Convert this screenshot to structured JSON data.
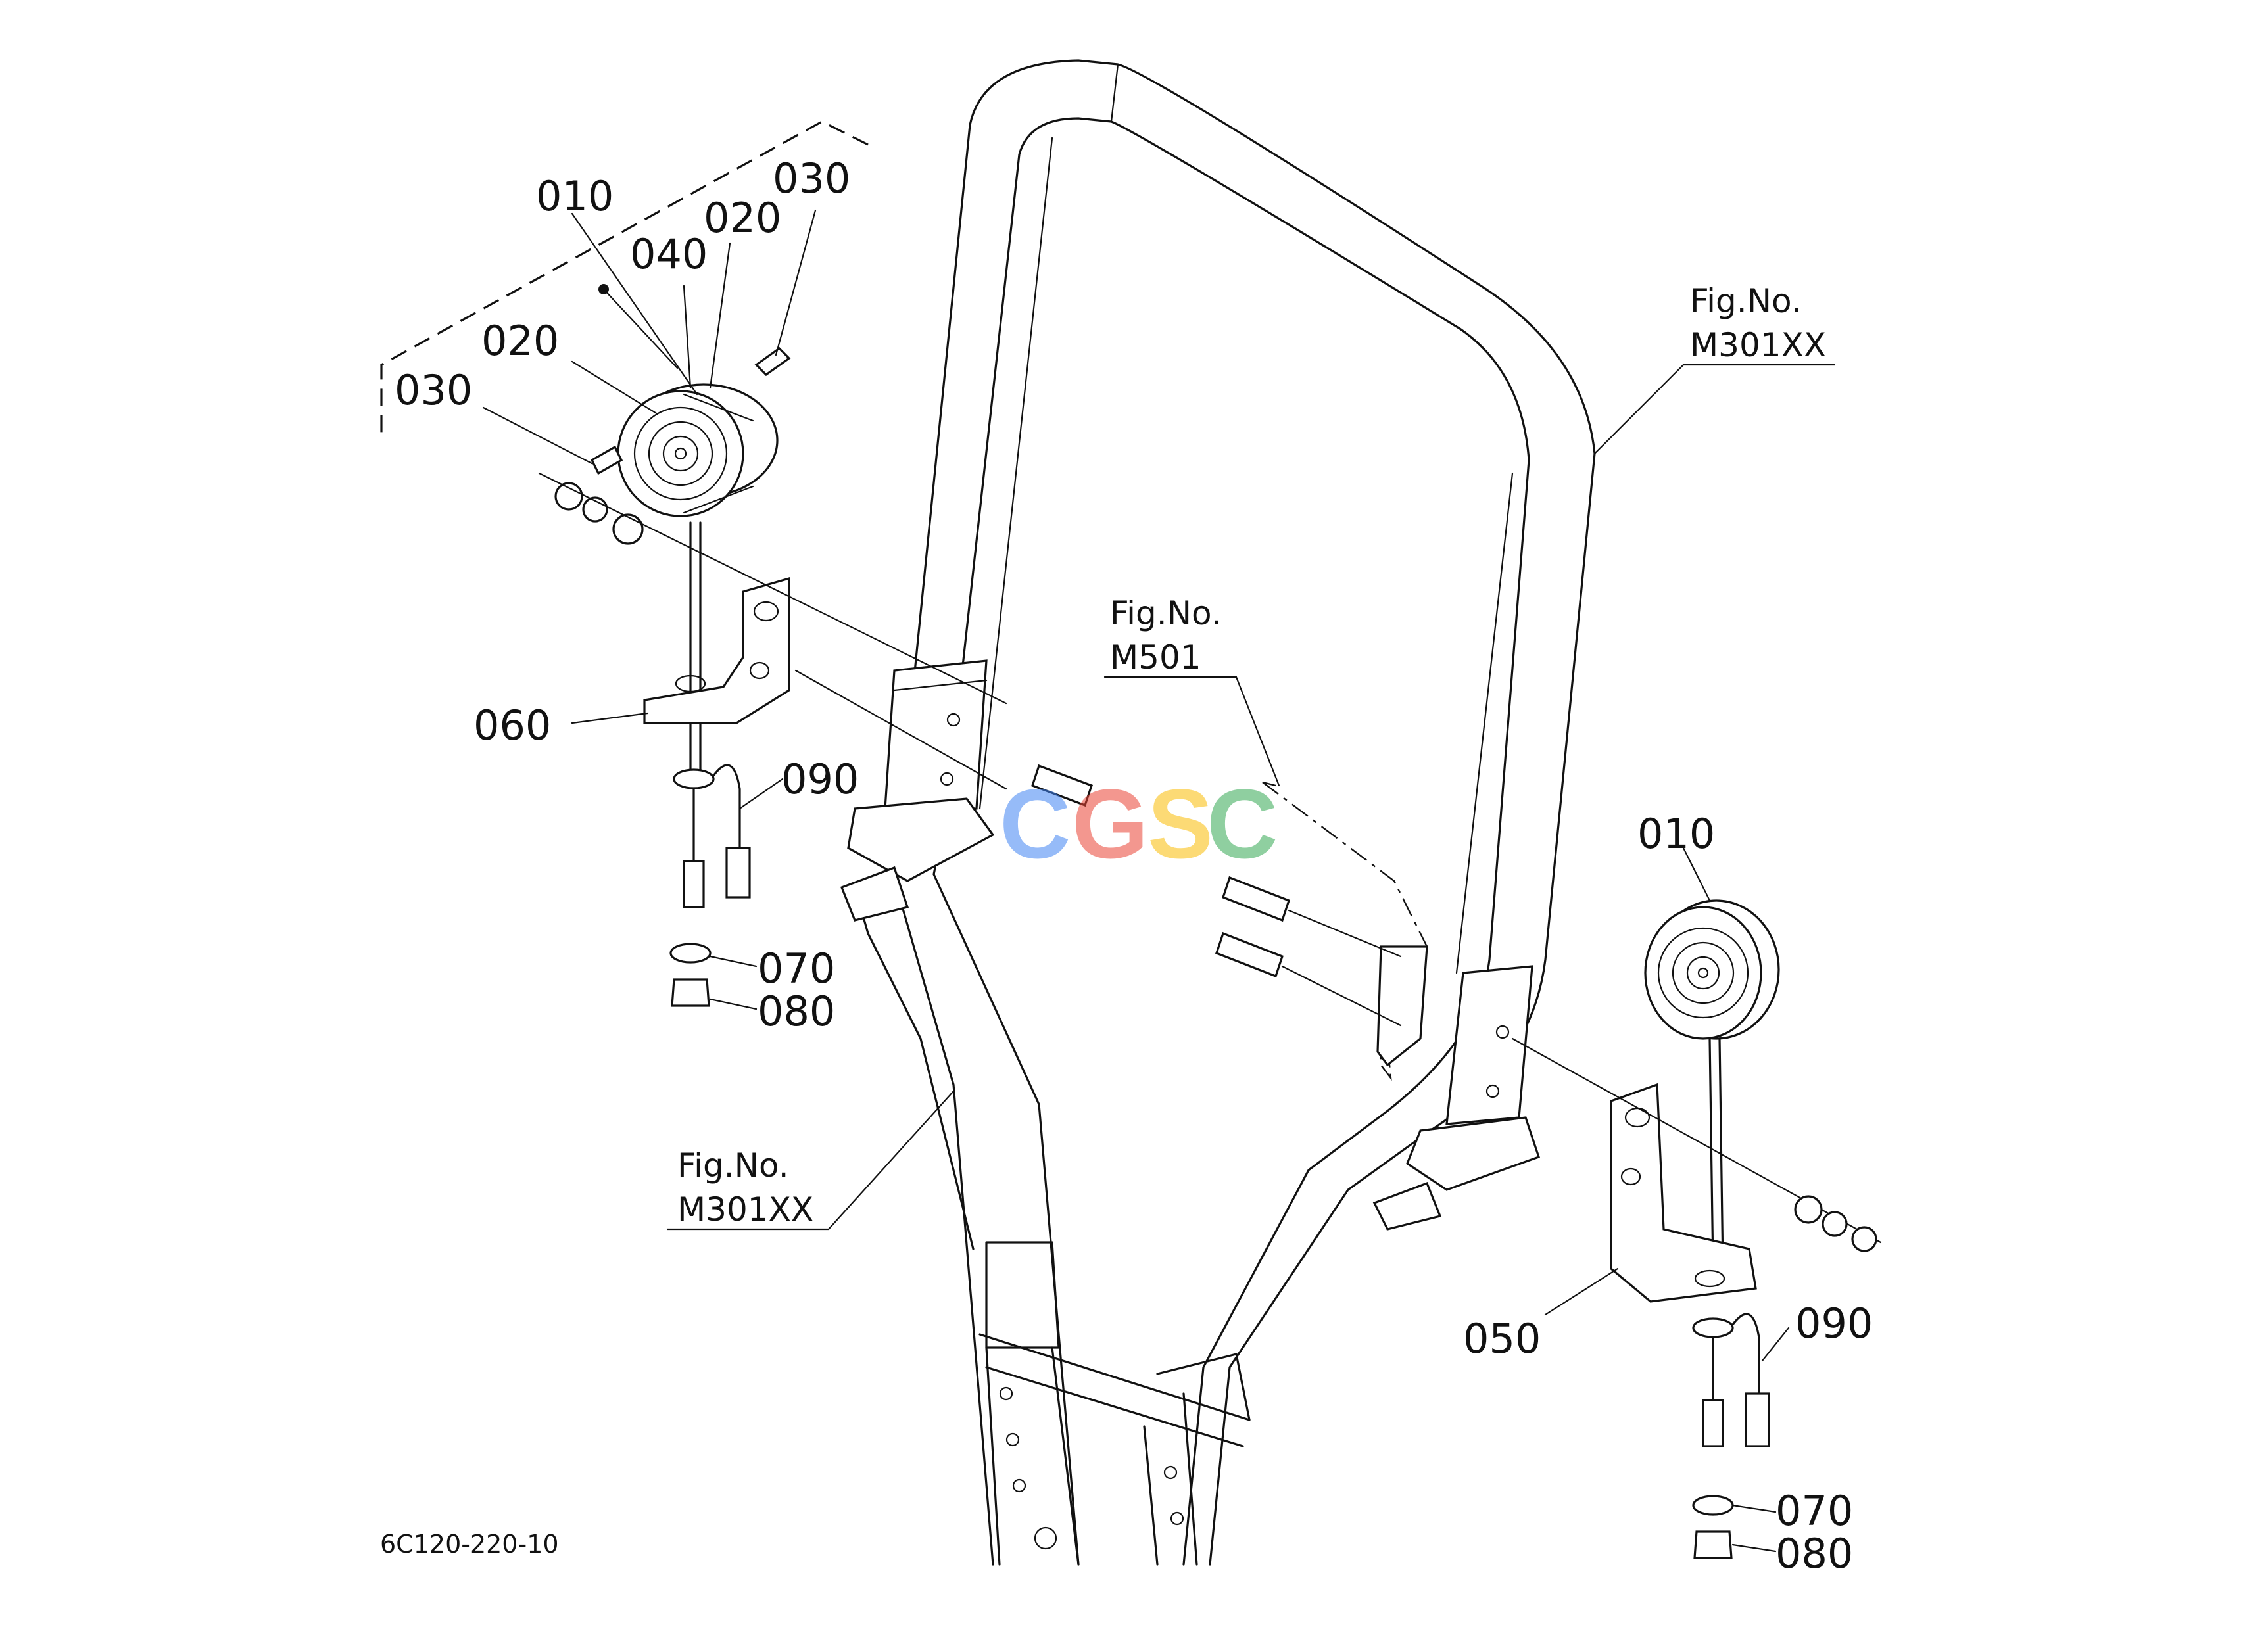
{
  "diagram": {
    "parts_left": {
      "p010": "010",
      "p020a": "020",
      "p020b": "020",
      "p030a": "030",
      "p030b": "030",
      "p040": "040",
      "p060": "060",
      "p070": "070",
      "p080": "080",
      "p090": "090"
    },
    "parts_right": {
      "p010": "010",
      "p050": "050",
      "p070": "070",
      "p080": "080",
      "p090": "090"
    },
    "refs": {
      "m301_top_line1": "Fig.No.",
      "m301_top_line2": "M301XX",
      "m501_line1": "Fig.No.",
      "m501_line2": "M501",
      "m301_bottom_line1": "Fig.No.",
      "m301_bottom_line2": "M301XX"
    },
    "drawing_code": "6C120-220-10",
    "watermark": {
      "letters": [
        "C",
        "G",
        "S",
        "C"
      ],
      "colors": [
        "#4285F4",
        "#EA4335",
        "#FBBC05",
        "#34A853"
      ]
    }
  }
}
